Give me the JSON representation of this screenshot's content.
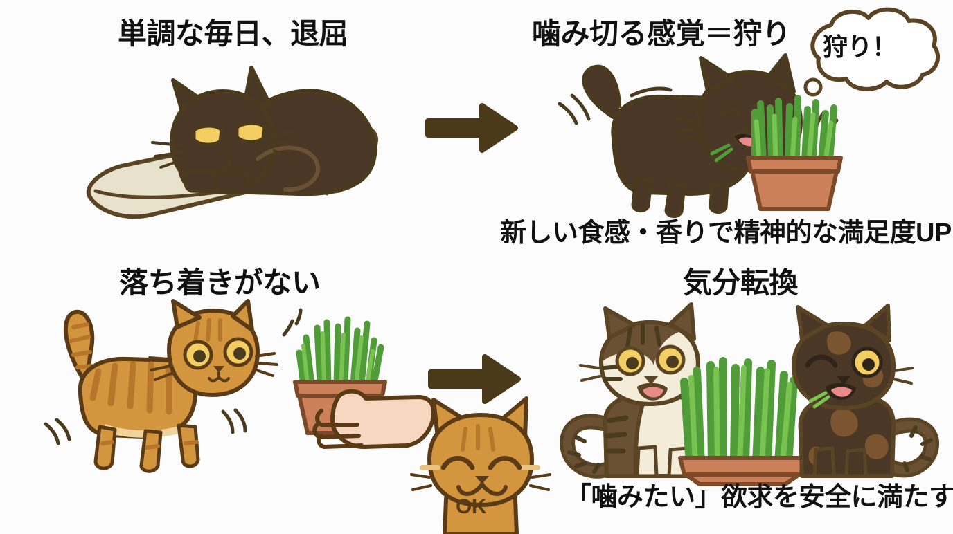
{
  "page": {
    "background": "#fcfcfc",
    "text_color": "#111111",
    "title_note": "Japanese infographic about cat grass benefits"
  },
  "palette": {
    "dark_cat_body": "#4a3726",
    "dark_cat_outline": "#4a3b1f",
    "dark_cat_shade": "#6b5133",
    "orange_cat_body": "#d4953f",
    "orange_cat_stripe": "#b7762a",
    "orange_cat_outline": "#5a3b16",
    "cream": "#f3ecd9",
    "cushion": "#e8e2cc",
    "cushion_outline": "#5a4424",
    "grass_dark": "#4f9c38",
    "grass_light": "#79c451",
    "grass_outline": "#2f6a23",
    "pot": "#cc8059",
    "pot_dark": "#b86a45",
    "pot_outline": "#7a4a2a",
    "skin": "#f7d7c0",
    "skin_outline": "#5a3b16",
    "eye_yellow": "#f3cf63",
    "eye_pupil": "#4a3b1f",
    "tongue": "#e98b8b",
    "arrow": "#4a3a1a",
    "bubble_outline": "#5a4424",
    "bubble_fill": "#ffffff"
  },
  "panels": {
    "top_left": {
      "caption": "単調な毎日、退屈",
      "scene": "bored dark cat lying on a cushion"
    },
    "top_right": {
      "caption": "噛み切る感覚＝狩り",
      "thought_bubble": "狩り！",
      "subcaption": "新しい食感・香りで精神的な満足度UP",
      "scene": "dark cat biting cat grass in a pot"
    },
    "bottom_left": {
      "caption": "落ち着きがない",
      "scene": "restless orange tabby cat walking, hand offering a pot of cat grass"
    },
    "bottom_right": {
      "caption": "気分転換",
      "subcaption": "「噛みたい」欲求を安全に満たす",
      "scene": "two happy cats eating cat grass from a shared pot"
    },
    "mascot": {
      "label": "OK",
      "scene": "smiling orange cat face giving OK"
    }
  },
  "arrows": [
    {
      "name": "arrow-top",
      "direction": "right"
    },
    {
      "name": "arrow-bottom",
      "direction": "right"
    }
  ]
}
